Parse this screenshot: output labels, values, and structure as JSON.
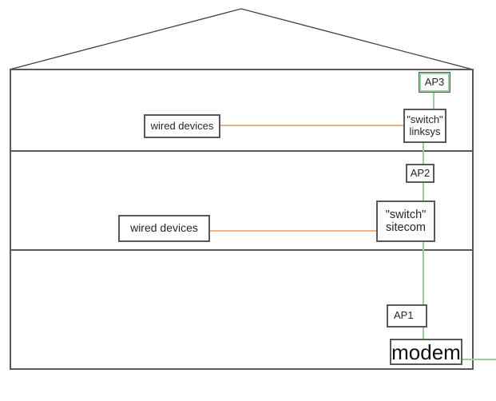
{
  "diagram": {
    "title_hint": "home network over three-floor house",
    "nodes": {
      "ap3": {
        "label": "AP3"
      },
      "switch_linksys": {
        "line1": "\"switch\"",
        "line2": "linksys"
      },
      "wired_devices_floor3": {
        "label": "wired devices"
      },
      "ap2": {
        "label": "AP2"
      },
      "switch_sitecom": {
        "line1": "\"switch\"",
        "line2": "sitecom"
      },
      "wired_devices_floor2": {
        "label": "wired devices"
      },
      "ap1": {
        "label": "AP1"
      },
      "modem": {
        "label": "modem"
      }
    },
    "connections": [
      {
        "from": "modem",
        "to": "outside-right",
        "type": "uplink"
      },
      {
        "from": "modem",
        "to": "ap1",
        "type": "uplink"
      },
      {
        "from": "ap1",
        "to": "switch_sitecom",
        "type": "uplink"
      },
      {
        "from": "switch_sitecom",
        "to": "ap2",
        "type": "uplink"
      },
      {
        "from": "ap2",
        "to": "switch_linksys",
        "type": "uplink"
      },
      {
        "from": "switch_linksys",
        "to": "ap3",
        "type": "uplink"
      },
      {
        "from": "wired_devices_floor3",
        "to": "switch_linksys",
        "type": "wired"
      },
      {
        "from": "wired_devices_floor2",
        "to": "switch_sitecom",
        "type": "wired"
      }
    ],
    "colors": {
      "uplink": "#90d594",
      "wired": "#f4b183",
      "wall": "#595959",
      "roof": "#3f3f3f",
      "ap3_highlight": "#90d594"
    }
  }
}
